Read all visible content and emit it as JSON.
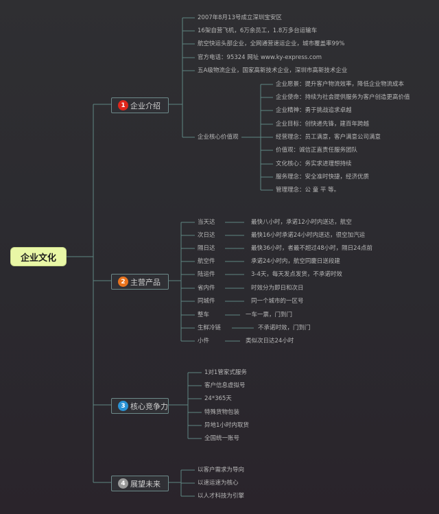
{
  "root": {
    "label": "企业文化"
  },
  "colors": {
    "line": "#5f8783",
    "badge1": "#e0261b",
    "badge2": "#e8731e",
    "badge3": "#2a93d5",
    "badge4": "#9a9a9a",
    "root_bg": "#e9f7a6"
  },
  "branches": [
    {
      "number": "1",
      "label": "企业介绍",
      "items": [
        "2007年8月13号成立深圳宝安区",
        "16架自营飞机，6万余员工，1.8万多台运输车",
        "航空快运头部企业，全网通营速运企业，城市覆盖率99%",
        "官方电话：95324 网址 www.ky-express.com",
        "五A级物流企业，国家高新技术企业，深圳市高新技术企业"
      ],
      "values_label": "企业核心价值观",
      "values": [
        "企业愿景：提升客户物流效率，降低企业物流成本",
        "企业使命：持续为社会提供服务为客户创造更高价值",
        "企业精神：勇于挑战追求卓越",
        "企业目标：创快递先锋，建百年跨越",
        "经营理念：员工满意，客户满意公司满意",
        "价值观：诚信正直责任服务团队",
        "文化核心：务实求进理想持续",
        "服务理念：安全准时快捷，经济优质",
        "管理理念：公 童 平 等。"
      ]
    },
    {
      "number": "2",
      "label": "主营产品",
      "items": [
        {
          "name": "当天达",
          "desc": "最快八小时，承诺12小时内送达，航空"
        },
        {
          "name": "次日达",
          "desc": "最快16小时承诺24小时内送达，很空加汽运"
        },
        {
          "name": "隔日达",
          "desc": "最快36小时，者最不超过48小时，隔日24点前"
        },
        {
          "name": "航空件",
          "desc": "承诺24小时内，航空同慶日送段建"
        },
        {
          "name": "陆运件",
          "desc": "3-4天，每天发点发货，不承诺时效"
        },
        {
          "name": "省内件",
          "desc": "时效分为即日和次日"
        },
        {
          "name": "同城件",
          "desc": "同一个城市的一区号"
        },
        {
          "name": "整车",
          "desc": "一车一票，门到门"
        },
        {
          "name": "生鲜冷链",
          "desc": "不承诺时效，门到门"
        },
        {
          "name": "小件",
          "desc": "类似次日达24小时"
        }
      ]
    },
    {
      "number": "3",
      "label": "核心竞争力",
      "items": [
        "1对1管家式服务",
        "客户信息虚拟号",
        "24*365天",
        "特殊货物包装",
        "异地1小时内取货",
        "全国统一账号"
      ]
    },
    {
      "number": "4",
      "label": "展望未来",
      "items": [
        "以客户需求为导向",
        "以速运速为核心",
        "以人才科技为引擎"
      ]
    }
  ]
}
